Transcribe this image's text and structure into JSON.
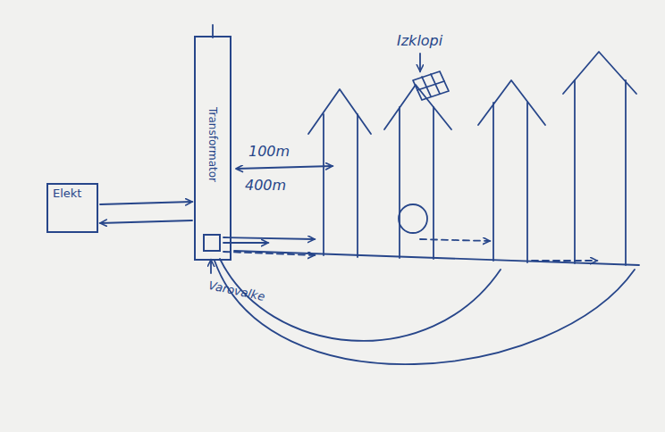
{
  "diagram": {
    "nodes": [
      {
        "text": [
          "Elekt"
        ]
      },
      {
        "text": [
          "Transformator"
        ]
      },
      {
        "text": [
          "Varovalke"
        ],
        "in": 1
      }
    ],
    "edges": [
      {
        "from": 0,
        "to": 1,
        "arrow": "to"
      },
      {
        "from": 1,
        "to": 0,
        "arrow": "to"
      }
    ],
    "labels": [
      "100m",
      "400m",
      "Izklopi"
    ]
  }
}
